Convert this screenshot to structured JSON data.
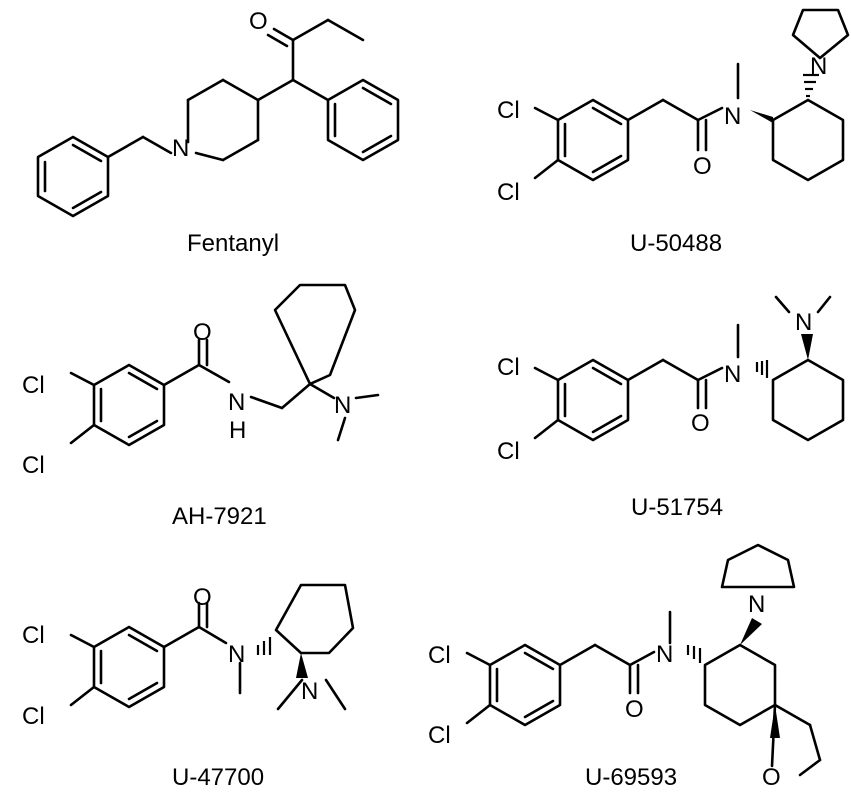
{
  "figure": {
    "molecules": [
      {
        "id": "fentanyl",
        "name": "Fentanyl",
        "atoms": {
          "n1": "N",
          "o1": "O"
        }
      },
      {
        "id": "u50488",
        "name": "U-50488",
        "atoms": {
          "cl1": "Cl",
          "cl2": "Cl",
          "o1": "O",
          "n_amide": "N",
          "n_ring": "N"
        }
      },
      {
        "id": "ah7921",
        "name": "AH-7921",
        "atoms": {
          "cl1": "Cl",
          "cl2": "Cl",
          "o1": "O",
          "nh": "N",
          "h": "H",
          "n2": "N"
        }
      },
      {
        "id": "u51754",
        "name": "U-51754",
        "atoms": {
          "cl1": "Cl",
          "cl2": "Cl",
          "o1": "O",
          "n_amide": "N",
          "n_dm": "N"
        }
      },
      {
        "id": "u47700",
        "name": "U-47700",
        "atoms": {
          "cl1": "Cl",
          "cl2": "Cl",
          "o1": "O",
          "n_amide": "N",
          "n_dm": "N"
        }
      },
      {
        "id": "u69593",
        "name": "U-69593",
        "atoms": {
          "cl1": "Cl",
          "cl2": "Cl",
          "o1": "O",
          "n_amide": "N",
          "n_ring": "N",
          "o_ring": "O"
        }
      }
    ]
  }
}
